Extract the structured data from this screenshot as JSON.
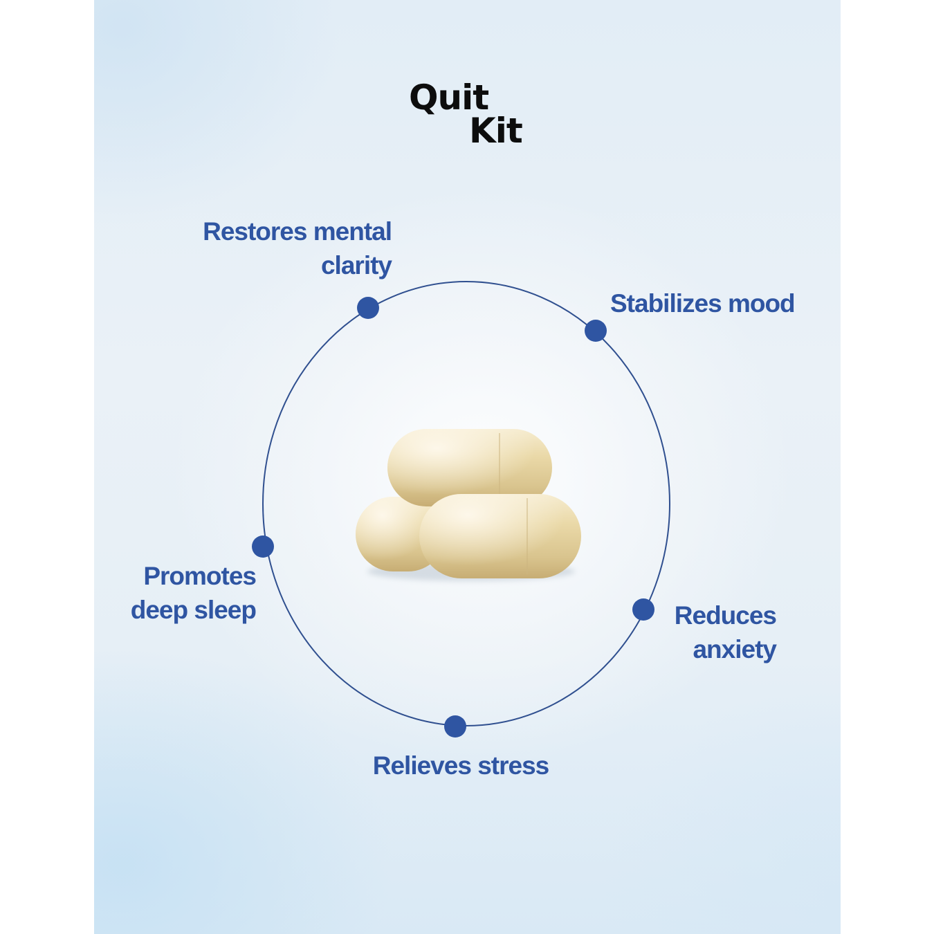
{
  "brand": {
    "line1": "Quit",
    "line2": "Kit"
  },
  "benefits": {
    "mental_clarity": {
      "line1": "Restores mental",
      "line2": "clarity"
    },
    "mood": {
      "line1": "Stabilizes mood"
    },
    "anxiety": {
      "line1": "Reduces",
      "line2": "anxiety"
    },
    "stress": {
      "line1": "Relieves stress"
    },
    "sleep": {
      "line1": "Promotes",
      "line2": "deep sleep"
    }
  },
  "colors": {
    "accent": "#2f55a2",
    "circle_stroke": "#2f4f8f",
    "capsule": "#e9d9a9",
    "logo_text": "#0d0d0d"
  },
  "image": {
    "subject": "three-capsules"
  }
}
